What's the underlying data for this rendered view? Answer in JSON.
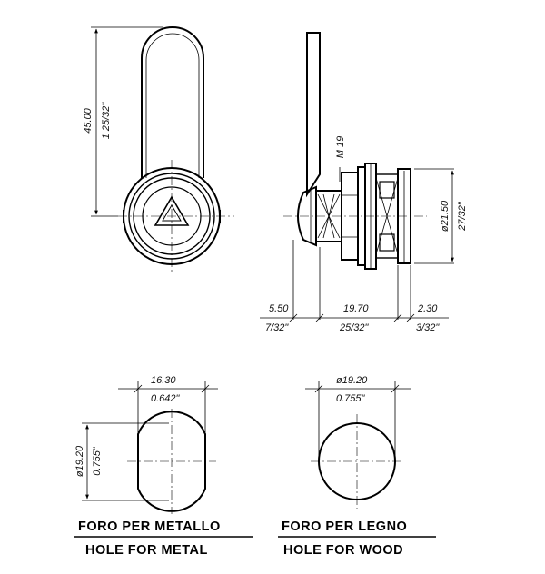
{
  "front_view": {
    "height_mm": "45.00",
    "height_in": "1 25/32\""
  },
  "side_view": {
    "thread": "M 19",
    "diameter_mm": "ø21.50",
    "diameter_in": "27/32\"",
    "head_mm": "5.50",
    "head_in": "7/32\"",
    "body_mm": "19.70",
    "body_in": "25/32\"",
    "flange_mm": "2.30",
    "flange_in": "3/32\""
  },
  "hole_metal": {
    "width_mm": "16.30",
    "width_in": "0.642\"",
    "diameter_mm": "ø19.20",
    "diameter_in": "0.755\"",
    "caption_it": "FORO PER METALLO",
    "caption_en": "HOLE FOR METAL"
  },
  "hole_wood": {
    "diameter_mm": "ø19.20",
    "diameter_in": "0.755\"",
    "caption_it": "FORO PER LEGNO",
    "caption_en": "HOLE FOR WOOD"
  }
}
